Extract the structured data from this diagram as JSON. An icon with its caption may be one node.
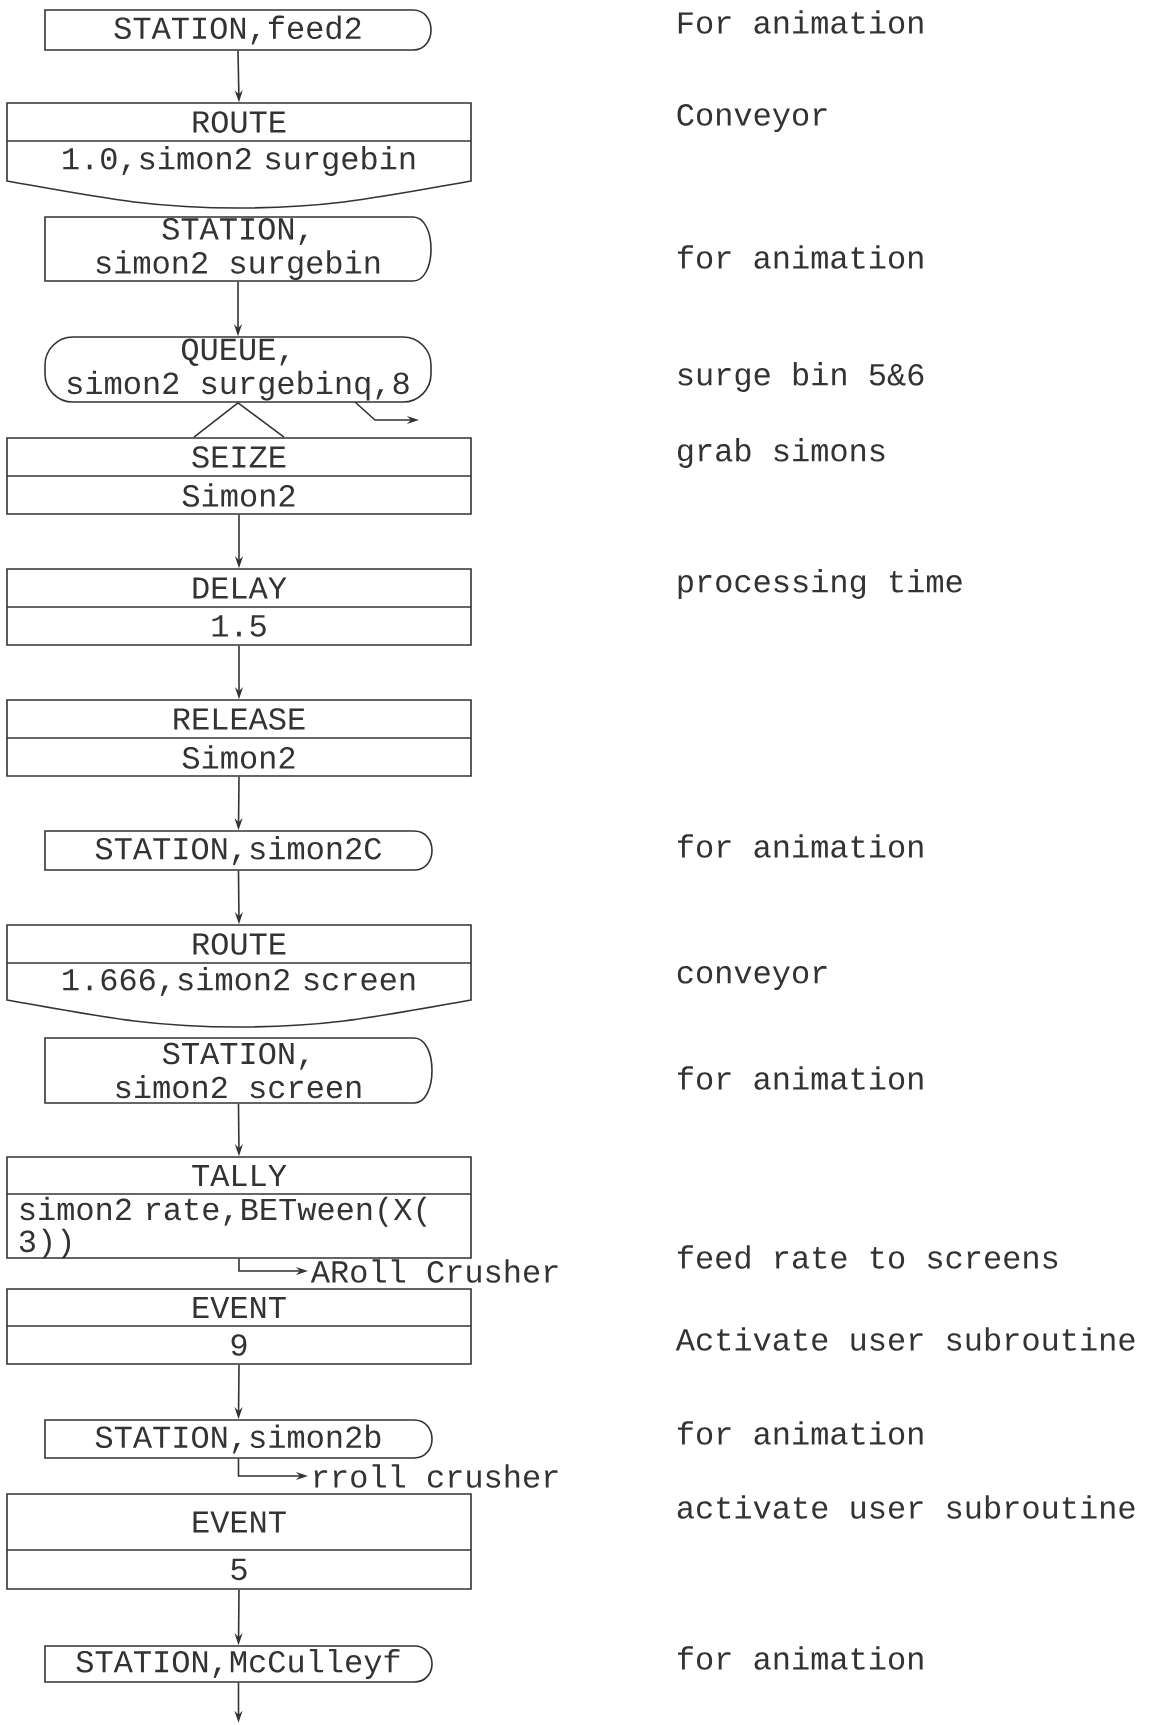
{
  "diagram": {
    "nodes": [
      {
        "text": [
          "STATION,feed2"
        ]
      },
      {
        "text": [
          "ROUTE",
          "1.0,simon2 surgebin"
        ]
      },
      {
        "text": [
          "STATION, simon2 surgebin"
        ]
      },
      {
        "text": [
          "QUEUE, simon2 surgebinq,8"
        ]
      },
      {
        "text": [
          "SEIZE",
          "Simon2"
        ]
      },
      {
        "text": [
          "DELAY",
          "1.5"
        ]
      },
      {
        "text": [
          "RELEASE",
          "Simon2"
        ]
      },
      {
        "text": [
          "STATION,simon2C"
        ]
      },
      {
        "text": [
          "ROUTE",
          "1.666,simon2 screen"
        ]
      },
      {
        "text": [
          "STATION, simon2 screen"
        ]
      },
      {
        "text": [
          "TALLY",
          "simon2 rate,BETween(X( 3))"
        ]
      },
      {
        "text": [
          "ARoll Crusher"
        ]
      },
      {
        "text": [
          "EVENT",
          "9"
        ]
      },
      {
        "text": [
          "STATION,simon2b"
        ]
      },
      {
        "text": [
          "rroll crusher"
        ]
      },
      {
        "text": [
          "EVENT",
          "5"
        ]
      },
      {
        "text": [
          "STATION,McCulleyf"
        ]
      }
    ],
    "edges": [
      {
        "from": 0,
        "to": 1,
        "arrow": "to"
      },
      {
        "from": 2,
        "to": 3,
        "arrow": "to"
      },
      {
        "from": 3,
        "to": 4,
        "arrow": "none"
      },
      {
        "from": 3,
        "to": null,
        "arrow": "to"
      },
      {
        "from": 4,
        "to": 5,
        "arrow": "to"
      },
      {
        "from": 5,
        "to": 6,
        "arrow": "to"
      },
      {
        "from": 6,
        "to": 7,
        "arrow": "to"
      },
      {
        "from": 7,
        "to": 8,
        "arrow": "to"
      },
      {
        "from": 9,
        "to": 10,
        "arrow": "to"
      },
      {
        "from": 10,
        "to": 11,
        "arrow": "to"
      },
      {
        "from": 12,
        "to": 13,
        "arrow": "to"
      },
      {
        "from": 13,
        "to": 14,
        "arrow": "to"
      },
      {
        "from": 15,
        "to": 16,
        "arrow": "to"
      },
      {
        "from": 16,
        "to": null,
        "arrow": "to"
      }
    ],
    "labels": [
      "For animation",
      "Conveyor",
      "for animation",
      "surge bin 5&6",
      "grab simons",
      "processing time",
      "for animation",
      "conveyor",
      "for animation",
      "feed rate to screens",
      "Activate user subroutine",
      "for animation",
      "activate user subroutine",
      "for animation"
    ]
  }
}
